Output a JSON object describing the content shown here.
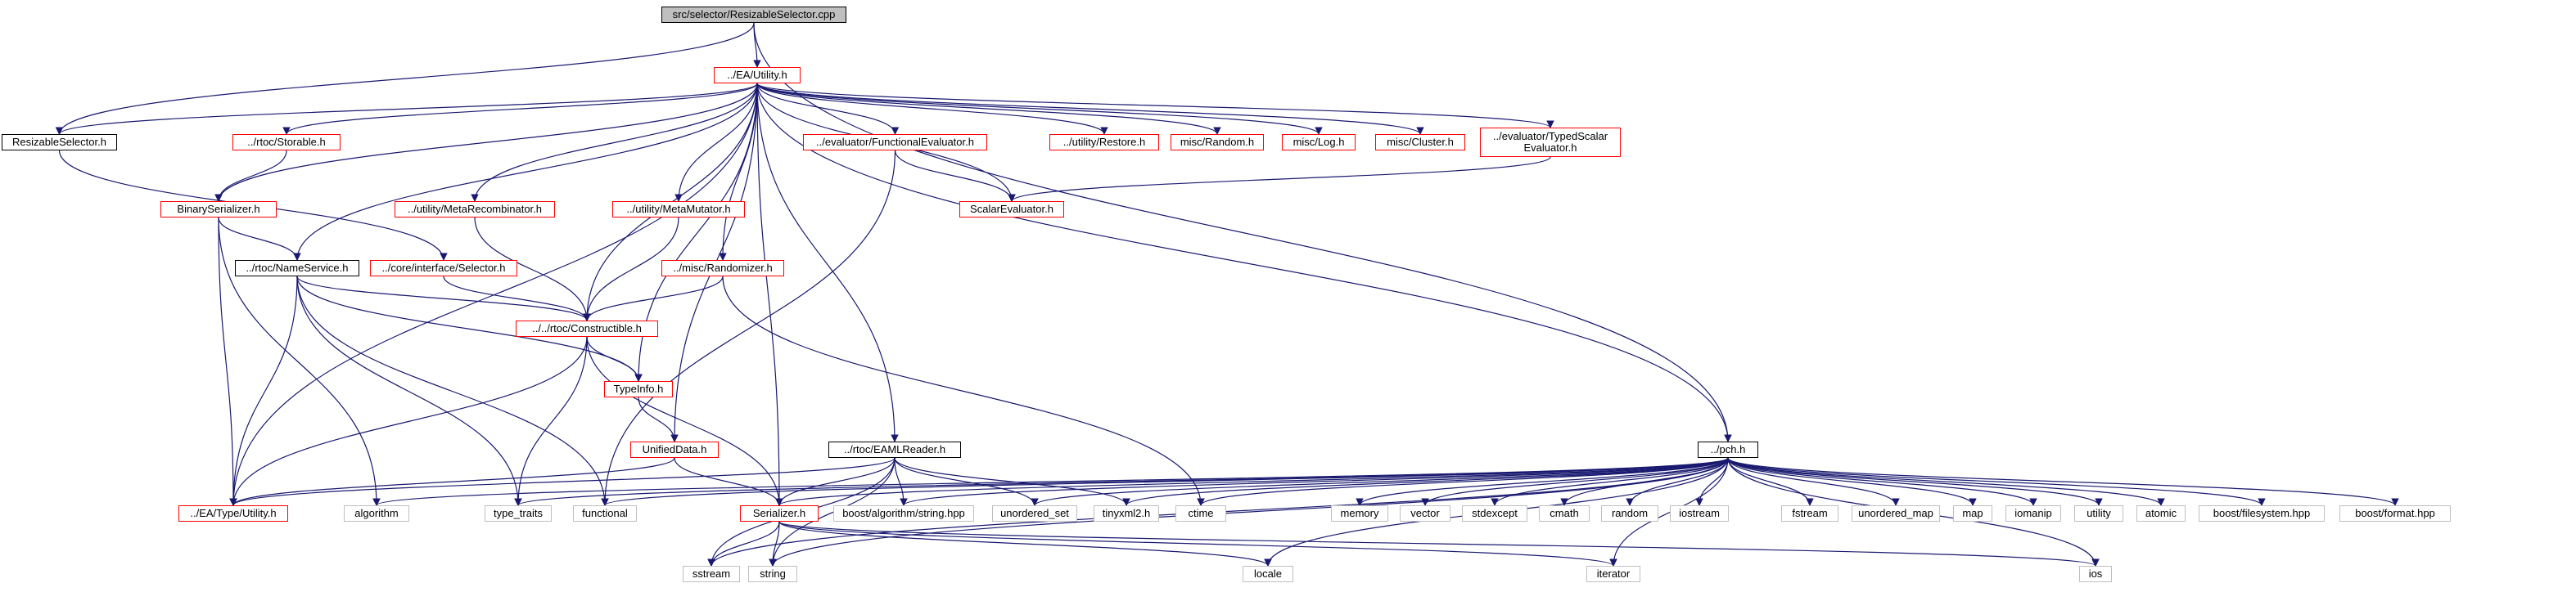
{
  "graph": {
    "edge_color": "#191970",
    "nodes": [
      {
        "id": "root",
        "label": "src/selector/ResizableSelector.cpp",
        "style": "root"
      },
      {
        "id": "utility_ea",
        "label": "../EA/Utility.h",
        "style": "red"
      },
      {
        "id": "resizable",
        "label": "ResizableSelector.h",
        "style": "black"
      },
      {
        "id": "storable",
        "label": "../rtoc/Storable.h",
        "style": "red"
      },
      {
        "id": "funceval",
        "label": "../evaluator/FunctionalEvaluator.h",
        "style": "red"
      },
      {
        "id": "restore",
        "label": "../utility/Restore.h",
        "style": "red"
      },
      {
        "id": "random",
        "label": "misc/Random.h",
        "style": "red"
      },
      {
        "id": "log",
        "label": "misc/Log.h",
        "style": "red"
      },
      {
        "id": "cluster",
        "label": "misc/Cluster.h",
        "style": "red"
      },
      {
        "id": "typedscalar",
        "label": "../evaluator/TypedScalar\nEvaluator.h",
        "style": "red"
      },
      {
        "id": "binser",
        "label": "BinarySerializer.h",
        "style": "red"
      },
      {
        "id": "metarecomb",
        "label": "../utility/MetaRecombinator.h",
        "style": "red"
      },
      {
        "id": "metamut",
        "label": "../utility/MetaMutator.h",
        "style": "red"
      },
      {
        "id": "scalareval",
        "label": "ScalarEvaluator.h",
        "style": "red"
      },
      {
        "id": "nameservice",
        "label": "../rtoc/NameService.h",
        "style": "black"
      },
      {
        "id": "selector",
        "label": "../core/interface/Selector.h",
        "style": "red"
      },
      {
        "id": "randomizer",
        "label": "../misc/Randomizer.h",
        "style": "red"
      },
      {
        "id": "constructible",
        "label": "../../rtoc/Constructible.h",
        "style": "red"
      },
      {
        "id": "typeinfo",
        "label": "TypeInfo.h",
        "style": "red"
      },
      {
        "id": "unifieddata",
        "label": "UnifiedData.h",
        "style": "red"
      },
      {
        "id": "eamlreader",
        "label": "../rtoc/EAMLReader.h",
        "style": "black"
      },
      {
        "id": "pch",
        "label": "../pch.h",
        "style": "black"
      },
      {
        "id": "eatype",
        "label": "../EA/Type/Utility.h",
        "style": "red"
      },
      {
        "id": "algorithm",
        "label": "algorithm",
        "style": "gray"
      },
      {
        "id": "type_traits",
        "label": "type_traits",
        "style": "gray"
      },
      {
        "id": "functional",
        "label": "functional",
        "style": "gray"
      },
      {
        "id": "serializer",
        "label": "Serializer.h",
        "style": "red"
      },
      {
        "id": "boostalgo",
        "label": "boost/algorithm/string.hpp",
        "style": "gray"
      },
      {
        "id": "unordered_set",
        "label": "unordered_set",
        "style": "gray"
      },
      {
        "id": "tinyxml",
        "label": "tinyxml2.h",
        "style": "gray"
      },
      {
        "id": "ctime",
        "label": "ctime",
        "style": "gray"
      },
      {
        "id": "memory",
        "label": "memory",
        "style": "gray"
      },
      {
        "id": "vector",
        "label": "vector",
        "style": "gray"
      },
      {
        "id": "stdexcept",
        "label": "stdexcept",
        "style": "gray"
      },
      {
        "id": "cmath",
        "label": "cmath",
        "style": "gray"
      },
      {
        "id": "random_std",
        "label": "random",
        "style": "gray"
      },
      {
        "id": "iostream",
        "label": "iostream",
        "style": "gray"
      },
      {
        "id": "fstream",
        "label": "fstream",
        "style": "gray"
      },
      {
        "id": "unordered_map",
        "label": "unordered_map",
        "style": "gray"
      },
      {
        "id": "map",
        "label": "map",
        "style": "gray"
      },
      {
        "id": "iomanip",
        "label": "iomanip",
        "style": "gray"
      },
      {
        "id": "utility_std",
        "label": "utility",
        "style": "gray"
      },
      {
        "id": "atomic",
        "label": "atomic",
        "style": "gray"
      },
      {
        "id": "boostfs",
        "label": "boost/filesystem.hpp",
        "style": "gray"
      },
      {
        "id": "boostformat",
        "label": "boost/format.hpp",
        "style": "gray"
      },
      {
        "id": "sstream",
        "label": "sstream",
        "style": "gray"
      },
      {
        "id": "string",
        "label": "string",
        "style": "gray"
      },
      {
        "id": "locale",
        "label": "locale",
        "style": "gray"
      },
      {
        "id": "iterator",
        "label": "iterator",
        "style": "gray"
      },
      {
        "id": "ios",
        "label": "ios",
        "style": "gray"
      }
    ],
    "edges": [
      [
        "root",
        "utility_ea"
      ],
      [
        "root",
        "resizable"
      ],
      [
        "root",
        "pch"
      ],
      [
        "utility_ea",
        "resizable"
      ],
      [
        "utility_ea",
        "storable"
      ],
      [
        "utility_ea",
        "funceval"
      ],
      [
        "utility_ea",
        "restore"
      ],
      [
        "utility_ea",
        "random"
      ],
      [
        "utility_ea",
        "log"
      ],
      [
        "utility_ea",
        "cluster"
      ],
      [
        "utility_ea",
        "typedscalar"
      ],
      [
        "utility_ea",
        "binser"
      ],
      [
        "utility_ea",
        "metarecomb"
      ],
      [
        "utility_ea",
        "metamut"
      ],
      [
        "utility_ea",
        "scalareval"
      ],
      [
        "utility_ea",
        "nameservice"
      ],
      [
        "utility_ea",
        "randomizer"
      ],
      [
        "utility_ea",
        "constructible"
      ],
      [
        "utility_ea",
        "typeinfo"
      ],
      [
        "utility_ea",
        "unifieddata"
      ],
      [
        "utility_ea",
        "eamlreader"
      ],
      [
        "utility_ea",
        "pch"
      ],
      [
        "utility_ea",
        "eatype"
      ],
      [
        "utility_ea",
        "serializer"
      ],
      [
        "resizable",
        "selector"
      ],
      [
        "storable",
        "binser"
      ],
      [
        "funceval",
        "scalareval"
      ],
      [
        "funceval",
        "functional"
      ],
      [
        "typedscalar",
        "scalareval"
      ],
      [
        "binser",
        "nameservice"
      ],
      [
        "binser",
        "eatype"
      ],
      [
        "binser",
        "algorithm"
      ],
      [
        "metarecomb",
        "constructible"
      ],
      [
        "metamut",
        "constructible"
      ],
      [
        "nameservice",
        "constructible"
      ],
      [
        "nameservice",
        "typeinfo"
      ],
      [
        "nameservice",
        "eatype"
      ],
      [
        "nameservice",
        "type_traits"
      ],
      [
        "nameservice",
        "functional"
      ],
      [
        "selector",
        "constructible"
      ],
      [
        "randomizer",
        "constructible"
      ],
      [
        "randomizer",
        "ctime"
      ],
      [
        "constructible",
        "typeinfo"
      ],
      [
        "constructible",
        "eatype"
      ],
      [
        "constructible",
        "type_traits"
      ],
      [
        "constructible",
        "serializer"
      ],
      [
        "typeinfo",
        "unifieddata"
      ],
      [
        "unifieddata",
        "eatype"
      ],
      [
        "unifieddata",
        "serializer"
      ],
      [
        "eamlreader",
        "eatype"
      ],
      [
        "eamlreader",
        "serializer"
      ],
      [
        "eamlreader",
        "boostalgo"
      ],
      [
        "eamlreader",
        "unordered_set"
      ],
      [
        "eamlreader",
        "tinyxml"
      ],
      [
        "eamlreader",
        "sstream"
      ],
      [
        "eamlreader",
        "string"
      ],
      [
        "pch",
        "algorithm"
      ],
      [
        "pch",
        "type_traits"
      ],
      [
        "pch",
        "functional"
      ],
      [
        "pch",
        "serializer"
      ],
      [
        "pch",
        "boostalgo"
      ],
      [
        "pch",
        "unordered_set"
      ],
      [
        "pch",
        "tinyxml"
      ],
      [
        "pch",
        "ctime"
      ],
      [
        "pch",
        "memory"
      ],
      [
        "pch",
        "vector"
      ],
      [
        "pch",
        "stdexcept"
      ],
      [
        "pch",
        "cmath"
      ],
      [
        "pch",
        "random_std"
      ],
      [
        "pch",
        "iostream"
      ],
      [
        "pch",
        "fstream"
      ],
      [
        "pch",
        "unordered_map"
      ],
      [
        "pch",
        "map"
      ],
      [
        "pch",
        "iomanip"
      ],
      [
        "pch",
        "utility_std"
      ],
      [
        "pch",
        "atomic"
      ],
      [
        "pch",
        "boostfs"
      ],
      [
        "pch",
        "boostformat"
      ],
      [
        "pch",
        "sstream"
      ],
      [
        "pch",
        "string"
      ],
      [
        "pch",
        "locale"
      ],
      [
        "pch",
        "iterator"
      ],
      [
        "pch",
        "ios"
      ],
      [
        "serializer",
        "sstream"
      ],
      [
        "serializer",
        "string"
      ],
      [
        "serializer",
        "locale"
      ],
      [
        "serializer",
        "iterator"
      ],
      [
        "serializer",
        "ios"
      ]
    ]
  }
}
